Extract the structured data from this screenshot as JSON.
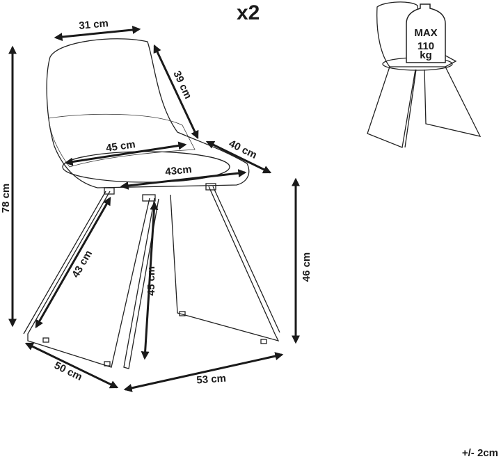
{
  "quantity": "x2",
  "tolerance": "+/- 2cm",
  "dimensions": {
    "back_width": "31 cm",
    "back_height": "39 cm",
    "seat_width": "45 cm",
    "seat_depth": "40 cm",
    "seat_front_width": "43cm",
    "total_height": "78 cm",
    "leg_depth": "43 cm",
    "seat_height_front": "45 cm",
    "seat_height": "46 cm",
    "base_depth": "50 cm",
    "base_width": "53 cm"
  },
  "max_load": {
    "label": "MAX",
    "value": "110",
    "unit": "kg"
  }
}
